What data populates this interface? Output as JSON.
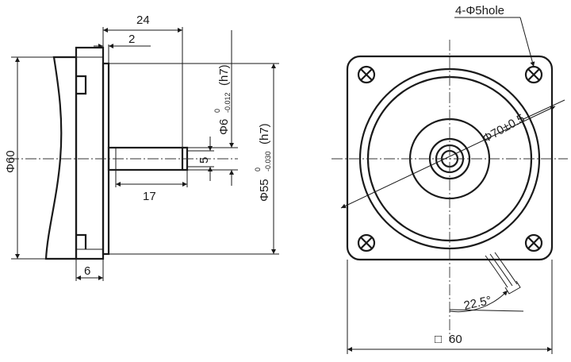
{
  "side_view": {
    "dim_24": "24",
    "dim_2": "2",
    "dim_phi6": "Φ6",
    "dim_phi6_upper": "0",
    "dim_phi6_lower": "-0.012",
    "dim_phi6_fit": "(h7)",
    "dim_phi55": "Φ55",
    "dim_phi55_upper": "0",
    "dim_phi55_lower": "-0.030",
    "dim_phi55_fit": "(h7)",
    "dim_phi60": "Φ60",
    "dim_5": "5",
    "dim_17": "17",
    "dim_6": "6"
  },
  "front_view": {
    "hole_callout": "4-Φ5hole",
    "dim_phi70": "Φ70±0.5",
    "dim_angle": "22.5°",
    "dim_square_symbol": "□",
    "dim_square_value": "60"
  }
}
